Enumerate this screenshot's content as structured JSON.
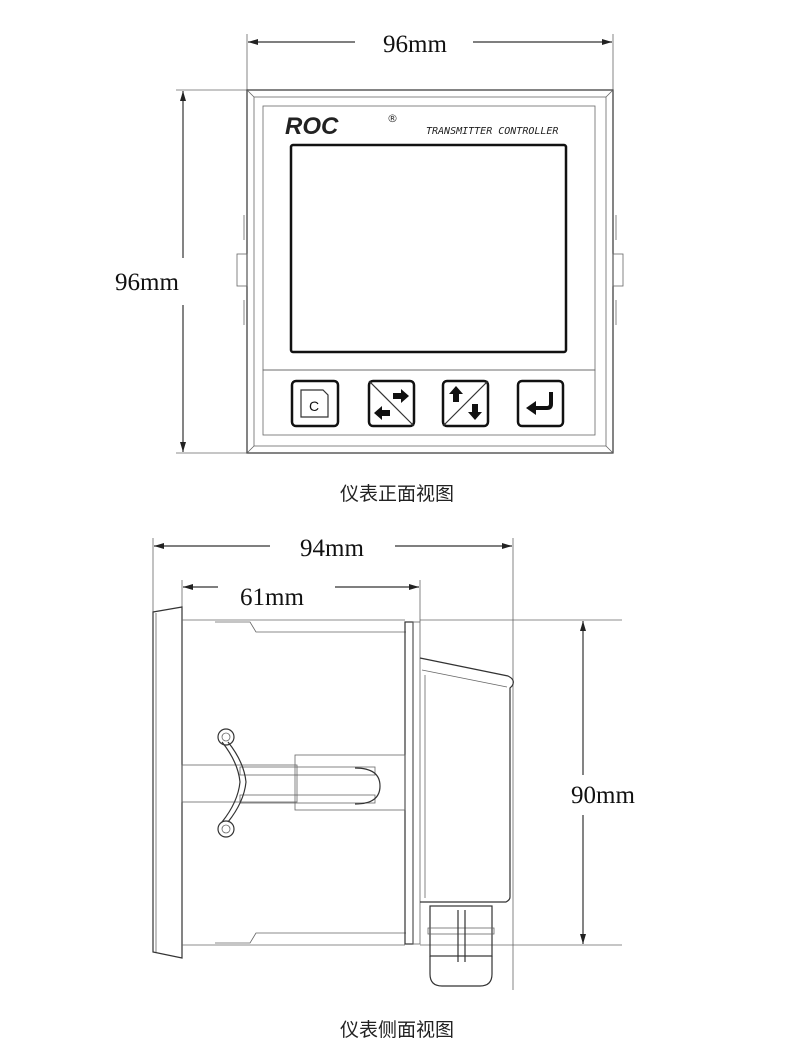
{
  "front_view": {
    "width_label": "96mm",
    "height_label": "96mm",
    "brand": "ROC",
    "registered_mark": "®",
    "subtitle": "TRANSMITTER CONTROLLER",
    "buttons": [
      {
        "name": "c-key",
        "label": "C"
      },
      {
        "name": "shift-key",
        "label": ""
      },
      {
        "name": "up-down-key",
        "label": ""
      },
      {
        "name": "enter-key",
        "label": ""
      }
    ],
    "caption": "仪表正面视图"
  },
  "side_view": {
    "total_depth_label": "94mm",
    "body_depth_label": "61mm",
    "height_label": "90mm",
    "caption": "仪表侧面视图"
  }
}
